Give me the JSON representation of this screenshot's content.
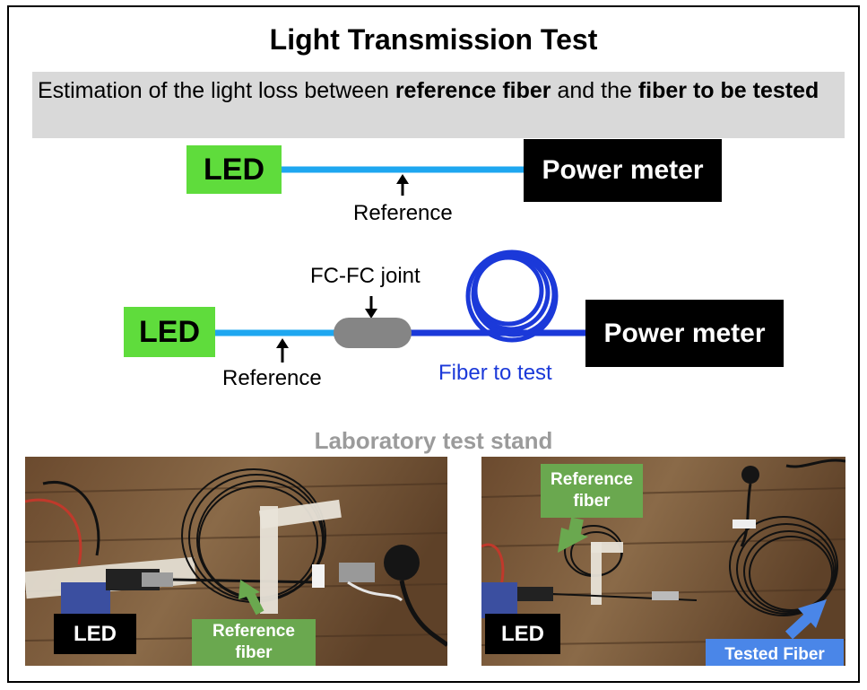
{
  "title": "Light Transmission Test",
  "subtitle": {
    "prefix": "Estimation of the light loss between ",
    "bold1": "reference fiber",
    "middle": " and the ",
    "bold2": "fiber to be tested"
  },
  "diagram1": {
    "source": "LED",
    "meter": "Power meter",
    "fiber_label": "Reference"
  },
  "diagram2": {
    "source": "LED",
    "meter": "Power meter",
    "reference_label": "Reference",
    "joint_label": "FC-FC joint",
    "test_label": "Fiber to test"
  },
  "stand_title": "Laboratory test stand",
  "photo_left": {
    "led_tag": "LED",
    "fiber_tag": "Reference fiber"
  },
  "photo_right": {
    "led_tag": "LED",
    "fiber_tag": "Reference fiber",
    "tested_tag": "Tested Fiber"
  },
  "colors": {
    "led_green": "#5fdc3c",
    "reference_fiber": "#1ea7f0",
    "test_fiber": "#1b39d9",
    "joint_gray": "#858585",
    "tag_green": "#6aa84f",
    "tag_blue": "#4a86e8"
  }
}
